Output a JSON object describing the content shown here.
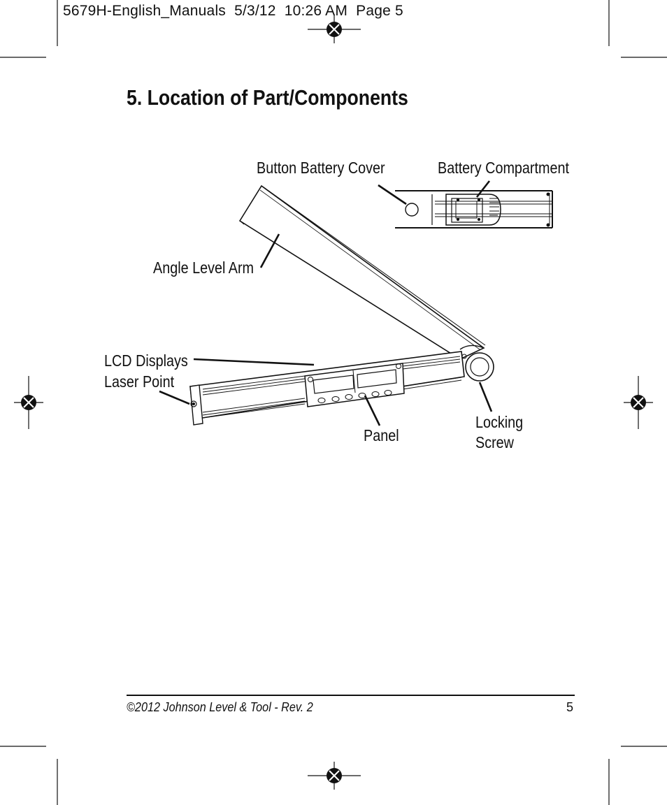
{
  "slug": "5679H-English_Manuals  5/3/12  10:26 AM  Page 5",
  "title": "5. Location of Part/Components",
  "labels": {
    "button_battery_cover": "Button Battery Cover",
    "battery_compartment": "Battery Compartment",
    "angle_level_arm": "Angle Level Arm",
    "lcd_displays": "LCD Displays",
    "laser_point": "Laser Point",
    "panel": "Panel",
    "locking": "Locking",
    "screw": "Screw"
  },
  "footer": {
    "copyright": "©2012 Johnson Level & Tool - Rev. 2",
    "page_number": "5"
  }
}
